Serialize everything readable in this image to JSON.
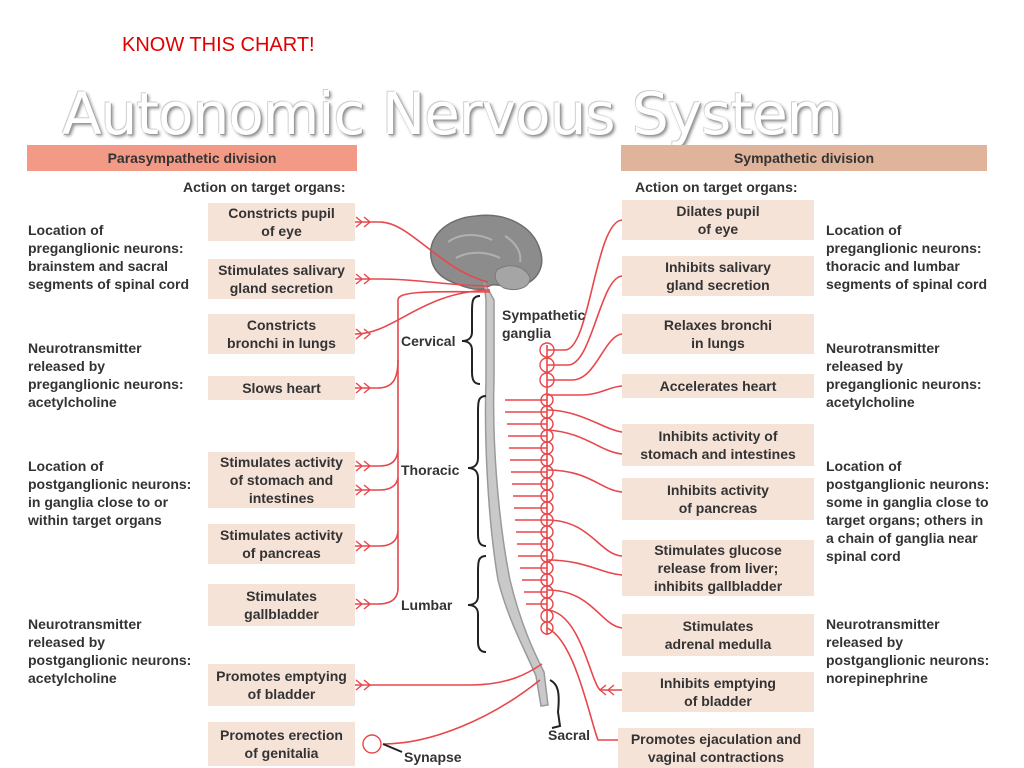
{
  "notice": "KNOW THIS CHART!",
  "title": "Autonomic Nervous System",
  "parasympathetic": {
    "header": "Parasympathetic division",
    "action_heading": "Action on target organs:",
    "actions": [
      "Constricts pupil\nof eye",
      "Stimulates salivary\ngland secretion",
      "Constricts\nbronchi in lungs",
      "Slows heart",
      "Stimulates activity\nof stomach and\nintestines",
      "Stimulates activity\nof pancreas",
      "Stimulates\ngallbladder",
      "Promotes emptying\nof bladder",
      "Promotes erection\nof genitalia"
    ],
    "notes": [
      "Location of\npreganglionic neurons:\nbrainstem and sacral\nsegments of spinal cord",
      "Neurotransmitter\nreleased by\npreganglionic neurons:\nacetylcholine",
      "Location of\npostganglionic neurons:\nin ganglia close to or\nwithin target organs",
      "Neurotransmitter\nreleased by\npostganglionic neurons:\nacetylcholine"
    ]
  },
  "sympathetic": {
    "header": "Sympathetic division",
    "action_heading": "Action on target organs:",
    "actions": [
      "Dilates pupil\nof eye",
      "Inhibits salivary\ngland secretion",
      "Relaxes bronchi\nin lungs",
      "Accelerates heart",
      "Inhibits activity of\nstomach and intestines",
      "Inhibits activity\nof pancreas",
      "Stimulates glucose\nrelease from liver;\ninhibits gallbladder",
      "Stimulates\nadrenal medulla",
      "Inhibits emptying\nof bladder",
      "Promotes ejaculation and\nvaginal contractions"
    ],
    "notes": [
      "Location of\npreganglionic neurons:\nthoracic and lumbar\nsegments of spinal cord",
      "Neurotransmitter\nreleased by\npreganglionic neurons:\nacetylcholine",
      "Location of\npostganglionic neurons:\nsome in ganglia close to\ntarget organs; others in\na chain of ganglia near\nspinal cord",
      "Neurotransmitter\nreleased by\npostganglionic neurons:\nnorepinephrine"
    ]
  },
  "labels": {
    "cervical": "Cervical",
    "thoracic": "Thoracic",
    "lumbar": "Lumbar",
    "sacral": "Sacral",
    "ganglia": "Sympathetic\nganglia",
    "synapse": "Synapse"
  },
  "colors": {
    "nerve": "#e8474c",
    "box_fill": "#f6e3d8",
    "para_header": "#f39a86",
    "symp_header": "#e0b49a",
    "brain": "#8c8c8c",
    "spinal_cord": "#c9c9c9",
    "notice": "#e00000"
  }
}
